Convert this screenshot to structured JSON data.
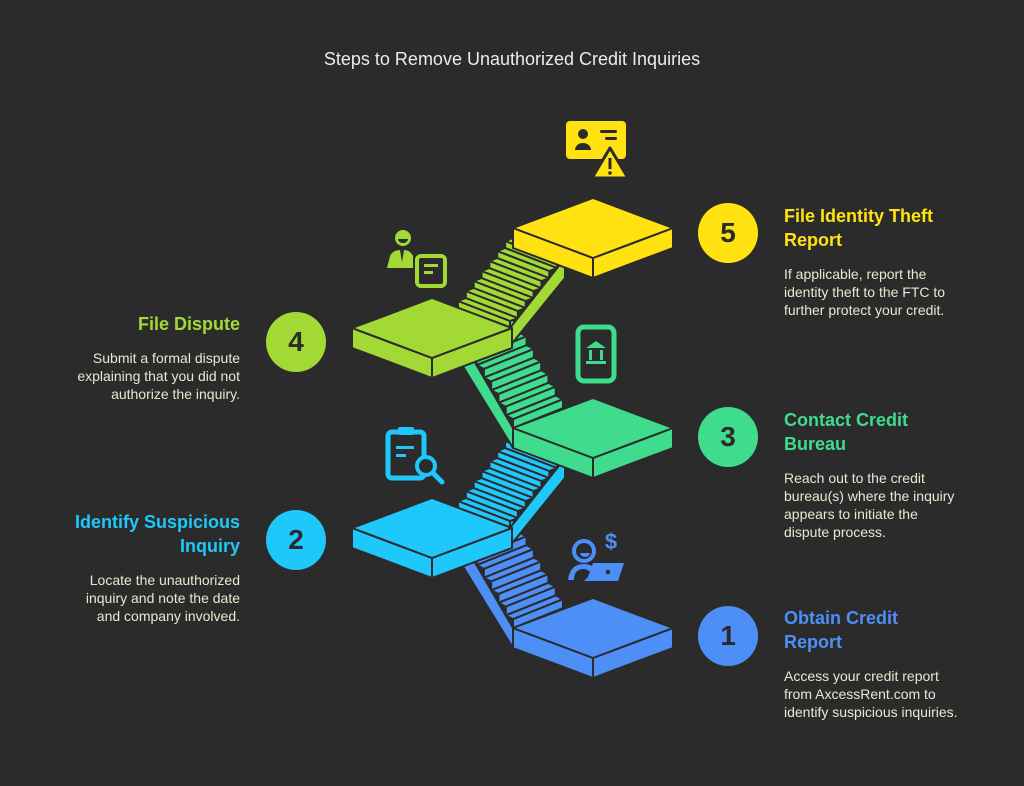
{
  "title": "Steps to Remove Unauthorized Credit Inquiries",
  "steps": [
    {
      "number": "1",
      "title": "Obtain Credit Report",
      "description": "Access your credit report from AxcessRent.com to identify suspicious inquiries.",
      "color": "#4e8ef7",
      "icon": "person-laptop-dollar-icon"
    },
    {
      "number": "2",
      "title": "Identify Suspicious Inquiry",
      "description": "Locate the unauthorized inquiry and note the date and company involved.",
      "color": "#1ec8fa",
      "icon": "clipboard-search-icon"
    },
    {
      "number": "3",
      "title": "Contact Credit Bureau",
      "description": "Reach out to the credit bureau(s) where the inquiry appears to initiate the dispute process.",
      "color": "#3fdc8e",
      "icon": "phone-bank-icon"
    },
    {
      "number": "4",
      "title": "File Dispute",
      "description": "Submit a formal dispute explaining that you did not authorize the inquiry.",
      "color": "#a3d935",
      "icon": "person-document-icon"
    },
    {
      "number": "5",
      "title": "File Identity Theft Report",
      "description": "If applicable, report the identity theft to the FTC to further protect your credit.",
      "color": "#ffe20f",
      "icon": "id-card-warning-icon"
    }
  ]
}
